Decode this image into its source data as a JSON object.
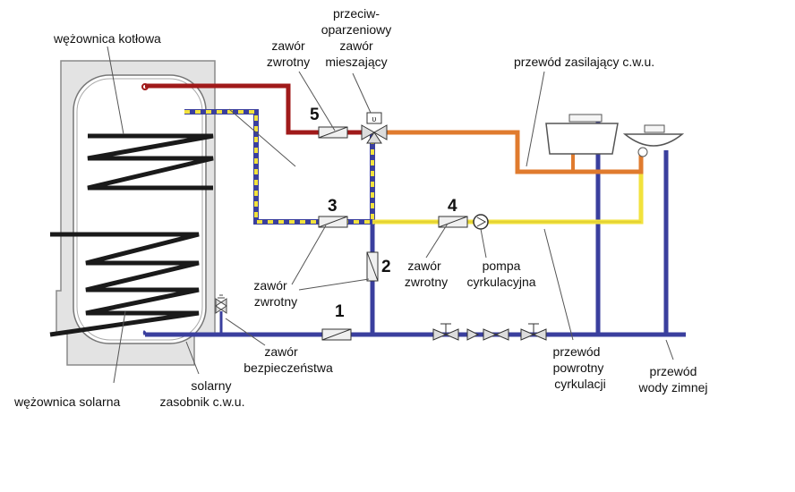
{
  "labels": {
    "boiler_coil": "wężownica kotłowa",
    "solar_coil": "wężownica solarna",
    "tank_line1": "solarny",
    "tank_line2": "zasobnik c.w.u.",
    "check_valve_a_line1": "zawór",
    "check_valve_a_line2": "zwrotny",
    "anti_scald_line1": "przeciw-",
    "anti_scald_line2": "oparzeniowy",
    "anti_scald_line3": "zawór",
    "anti_scald_line4": "mieszający",
    "supply_line": "przewód zasilający c.w.u.",
    "check_valve_b_line1": "zawór",
    "check_valve_b_line2": "zwrotny",
    "check_valve_c_line1": "zawór",
    "check_valve_c_line2": "zwrotny",
    "pump_line1": "pompa",
    "pump_line2": "cyrkulacyjna",
    "safety_valve_line1": "zawór",
    "safety_valve_line2": "bezpieczeństwa",
    "return_line1": "przewód",
    "return_line2": "powrotny",
    "return_line3": "cyrkulacji",
    "cold_line1": "przewód",
    "cold_line2": "wody zimnej"
  },
  "numbers": {
    "n1": "1",
    "n2": "2",
    "n3": "3",
    "n4": "4",
    "n5": "5"
  },
  "colors": {
    "hot_pipe": "#a01a1a",
    "cold_pipe": "#3a3f9e",
    "circulation_pipe": "#f2e23c",
    "supply_pipe": "#e07b2e",
    "tank_fill": "#e3e3e3",
    "coil": "#1a1a1a"
  }
}
